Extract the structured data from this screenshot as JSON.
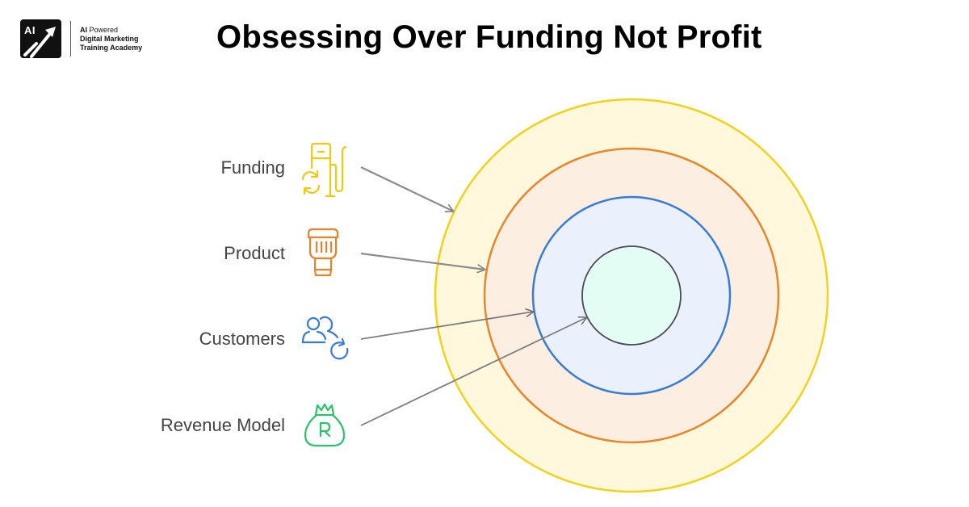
{
  "branding": {
    "mark_text": "AI",
    "line1_bold": "AI",
    "line1_rest": " Powered",
    "line2": "Digital Marketing",
    "line3": "Training Academy"
  },
  "title": "Obsessing Over Funding Not Profit",
  "items": [
    {
      "label": "Funding",
      "icon": "fuel-pump-refresh-icon",
      "color": "#F2C811"
    },
    {
      "label": "Product",
      "icon": "product-container-icon",
      "color": "#E8832A"
    },
    {
      "label": "Customers",
      "icon": "users-refresh-icon",
      "color": "#3A7BD5"
    },
    {
      "label": "Revenue Model",
      "icon": "money-bag-rand-icon",
      "color": "#27C46B"
    }
  ],
  "rings": [
    {
      "name": "outer",
      "stroke": "#F2D21C",
      "fill": "#FFF8DC",
      "radius": 243
    },
    {
      "name": "second",
      "stroke": "#E8862A",
      "fill": "#FDEEE2",
      "radius": 182
    },
    {
      "name": "third",
      "stroke": "#3A7BD5",
      "fill": "#EAF1FD",
      "radius": 122
    },
    {
      "name": "core",
      "stroke": "#4A4A55",
      "fill": "#E3FDF5",
      "radius": 61
    }
  ],
  "arrow_color": "#8C8C8C"
}
